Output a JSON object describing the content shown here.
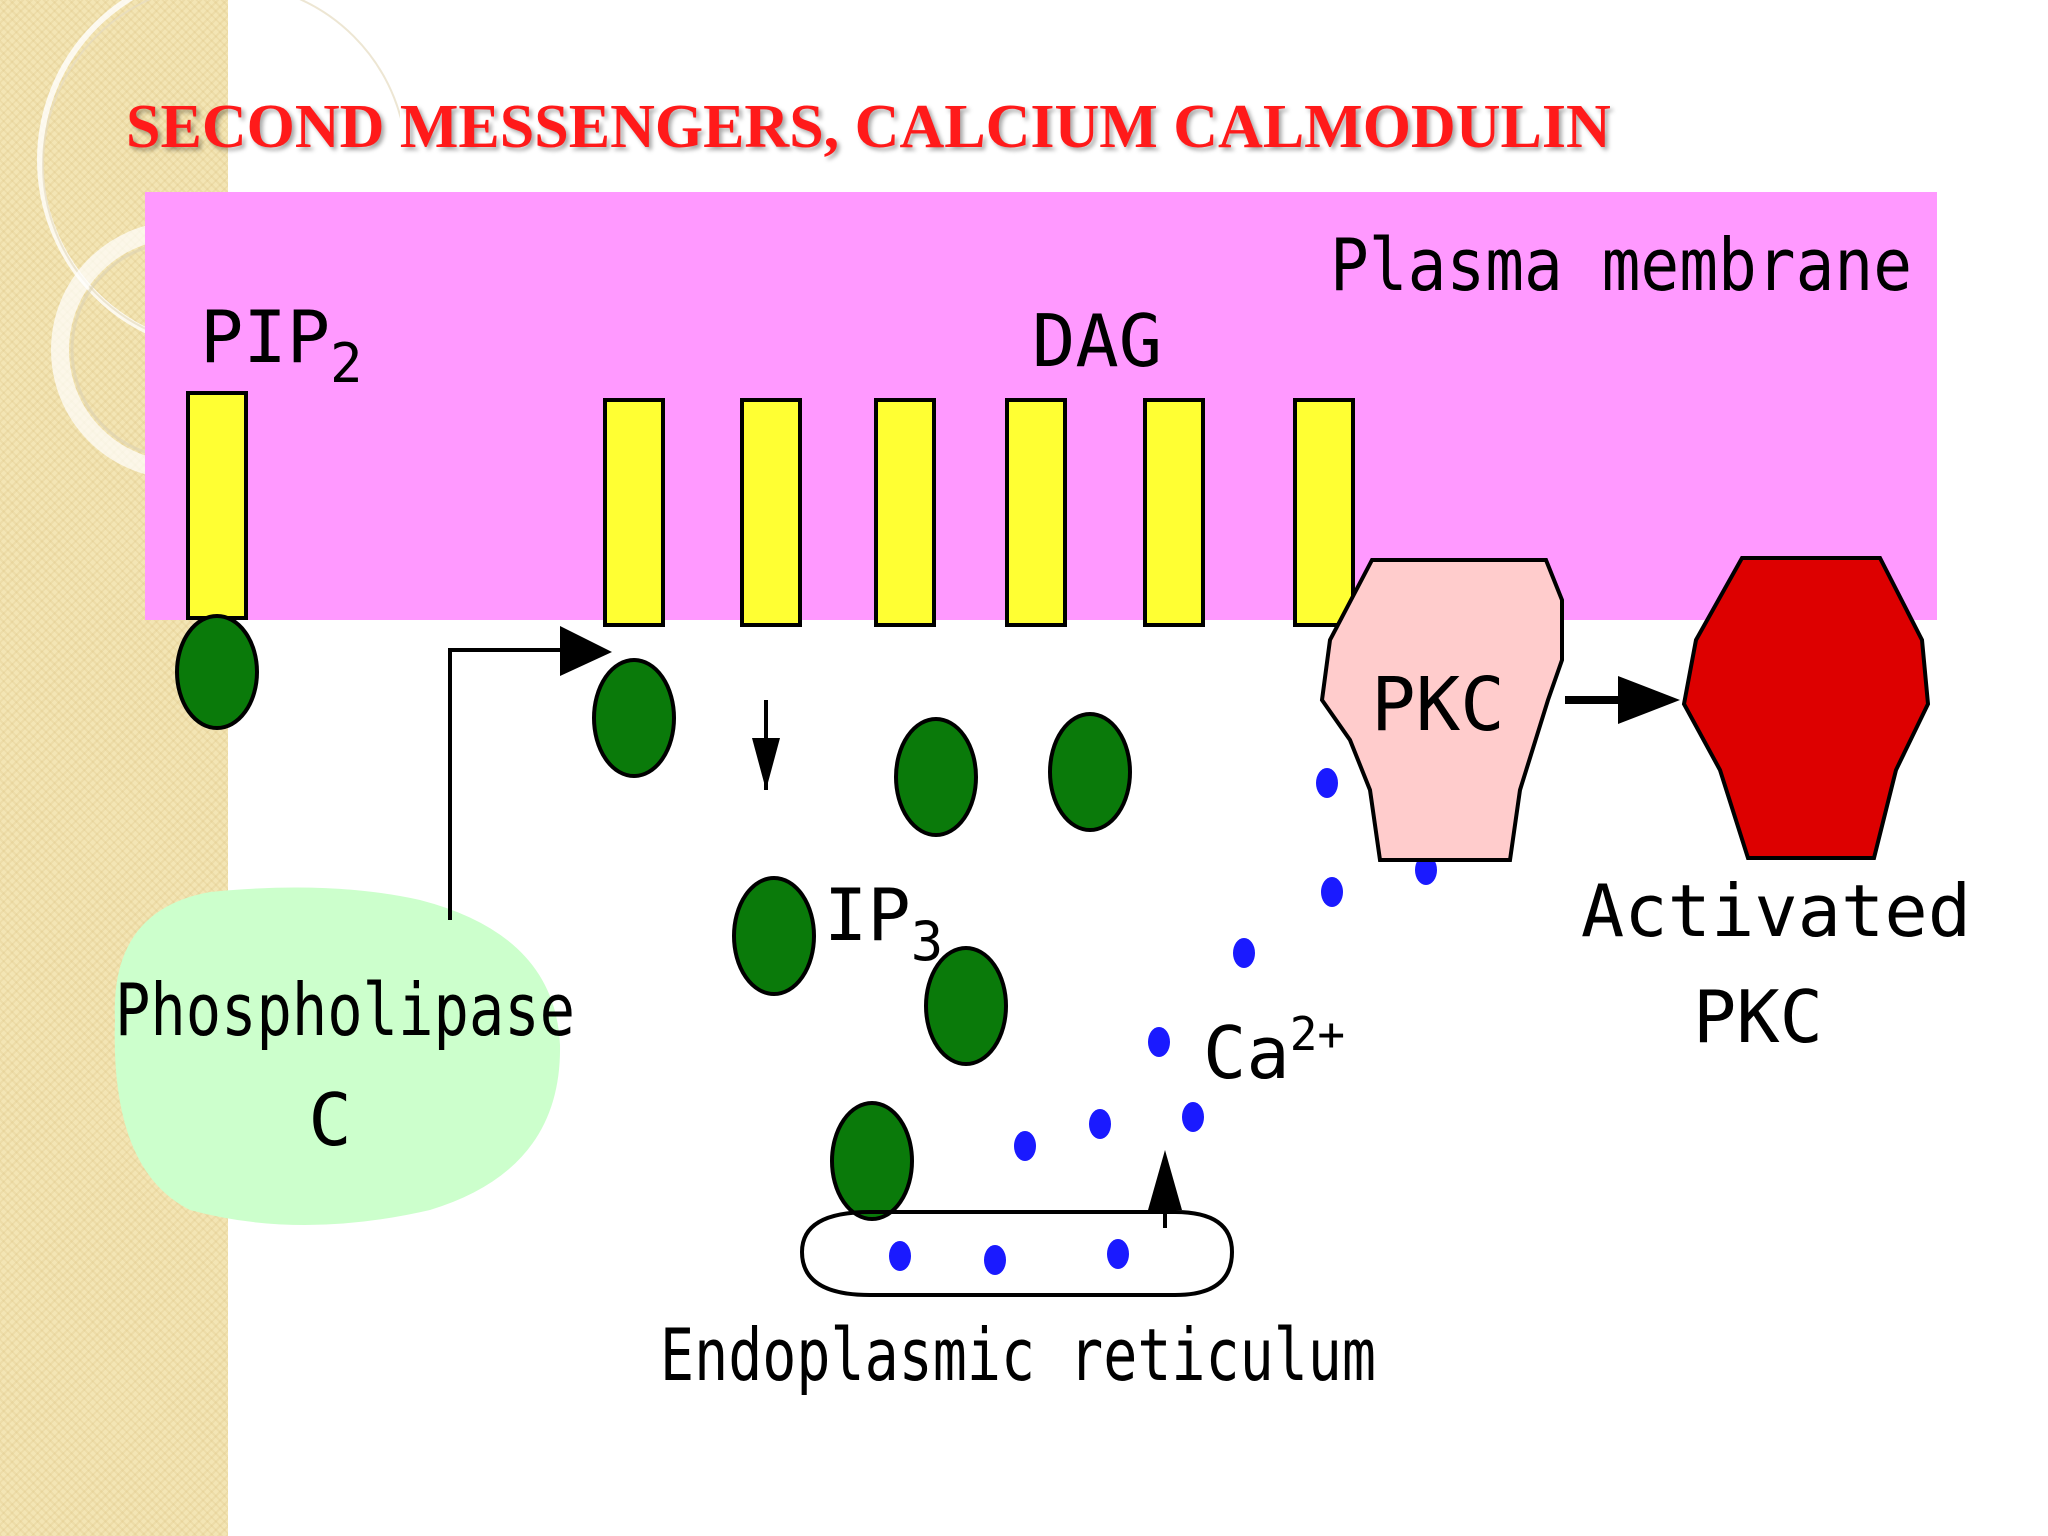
{
  "title": "SECOND MESSENGERS, CALCIUM CALMODULIN",
  "labels": {
    "plasma_membrane": "Plasma membrane",
    "pip2_main": "PIP",
    "pip2_sub": "2",
    "dag": "DAG",
    "pkc": "PKC",
    "activated": "Activated",
    "activated_pkc": "PKC",
    "ip3_main": "IP",
    "ip3_sub": "3",
    "ca_main": "Ca",
    "ca_sup": "2+",
    "phospholipase_line1": "Phospholipase",
    "phospholipase_line2": "C",
    "er": "Endoplasmic reticulum"
  },
  "colors": {
    "title": "#ff1a1a",
    "membrane": "#ff99ff",
    "lipid_tail": "#ffff33",
    "head_group": "#0a7a0a",
    "pkc_inactive": "#ffcccc",
    "pkc_active": "#dd0000",
    "phospholipase": "#ccffcc",
    "calcium": "#1a1aff"
  }
}
